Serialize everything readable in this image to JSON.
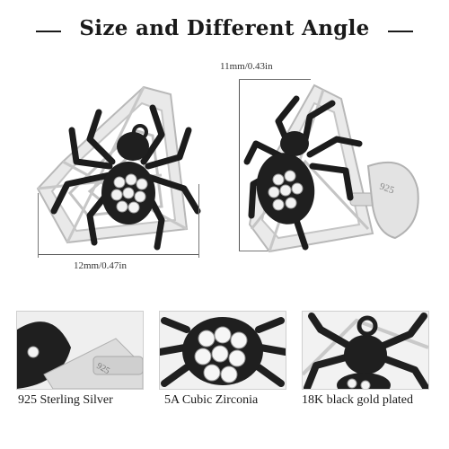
{
  "header": {
    "title": "Size and Different Angle"
  },
  "dimensions": {
    "width_label": "12mm/0.47in",
    "height_label": "11mm/0.43in"
  },
  "stamp": {
    "text": "925"
  },
  "features": [
    {
      "caption": "925 Sterling Silver"
    },
    {
      "caption": "5A Cubic Zirconia"
    },
    {
      "caption": "18K black gold plated"
    }
  ]
}
